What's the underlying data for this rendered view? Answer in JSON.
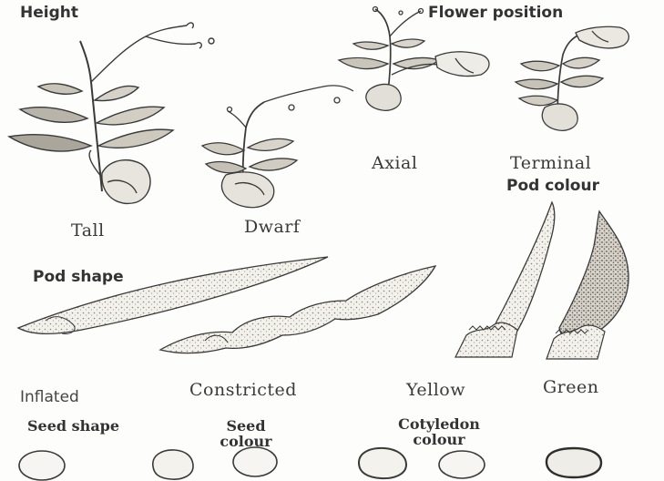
{
  "figure": {
    "headings": {
      "height": "Height",
      "flower_position": "Flower position",
      "pod_colour": "Pod colour",
      "pod_shape": "Pod shape",
      "seed_shape": "Seed shape",
      "seed_colour": "Seed colour",
      "cotyledon_colour": "Cotyledon colour"
    },
    "labels": {
      "tall": "Tall",
      "dwarf": "Dwarf",
      "axial": "Axial",
      "terminal": "Terminal",
      "inflated": "Inflated",
      "constricted": "Constricted",
      "yellow": "Yellow",
      "green": "Green"
    }
  }
}
